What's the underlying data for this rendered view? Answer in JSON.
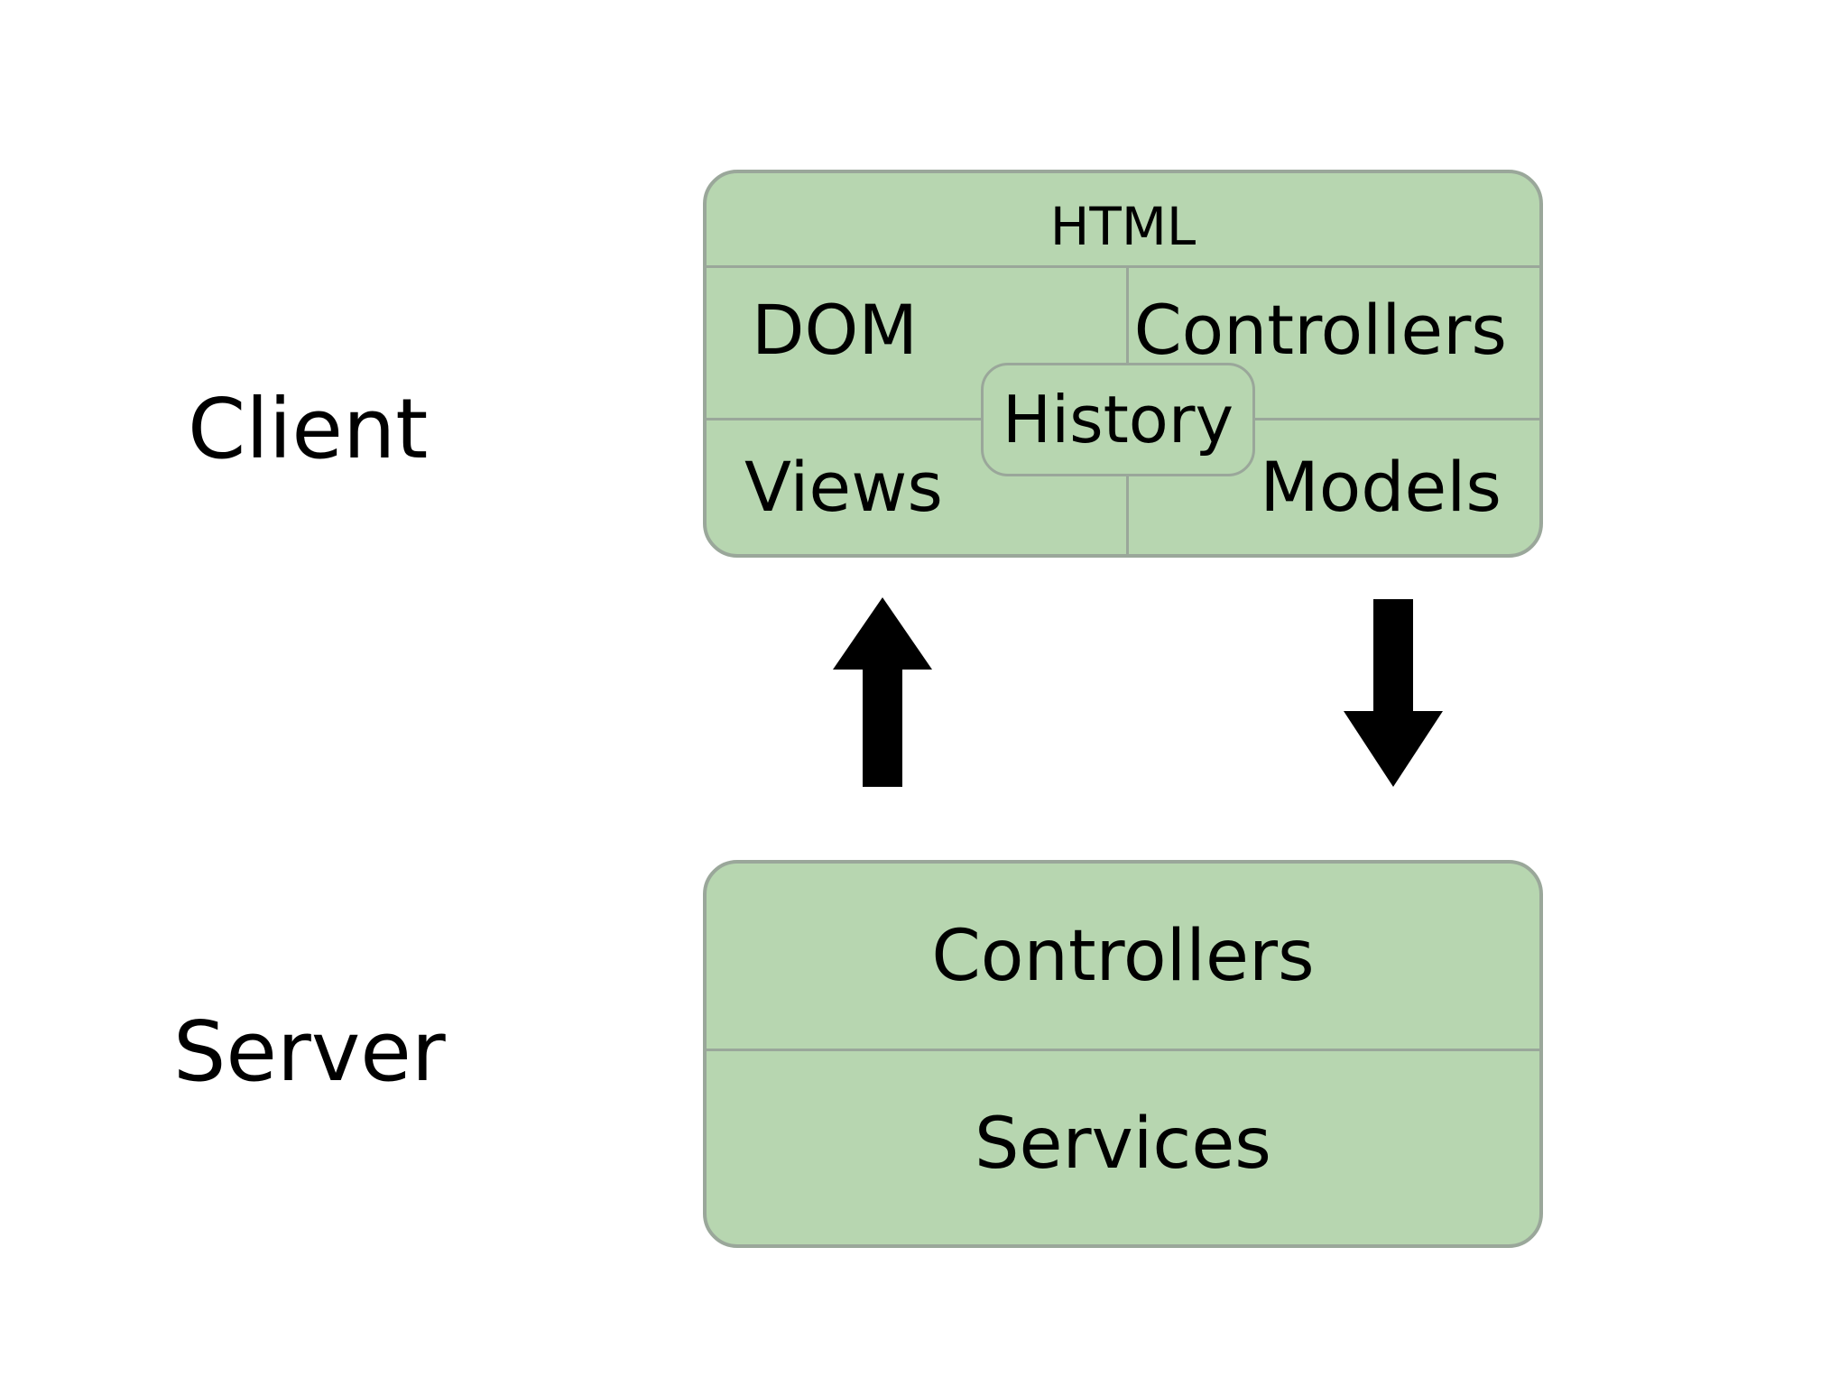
{
  "labels": {
    "client": "Client",
    "server": "Server"
  },
  "client_box": {
    "header": "HTML",
    "top_left": "DOM",
    "top_right": "Controllers",
    "center": "History",
    "bottom_left": "Views",
    "bottom_right": "Models"
  },
  "server_box": {
    "top": "Controllers",
    "bottom": "Services"
  },
  "arrows": [
    {
      "from": "server",
      "to": "client",
      "direction": "up"
    },
    {
      "from": "client",
      "to": "server",
      "direction": "down"
    }
  ],
  "colors": {
    "box_fill": "#b7d6b0",
    "box_border": "#9aa79a",
    "arrow": "#000000",
    "text": "#000000",
    "background": "#ffffff"
  }
}
